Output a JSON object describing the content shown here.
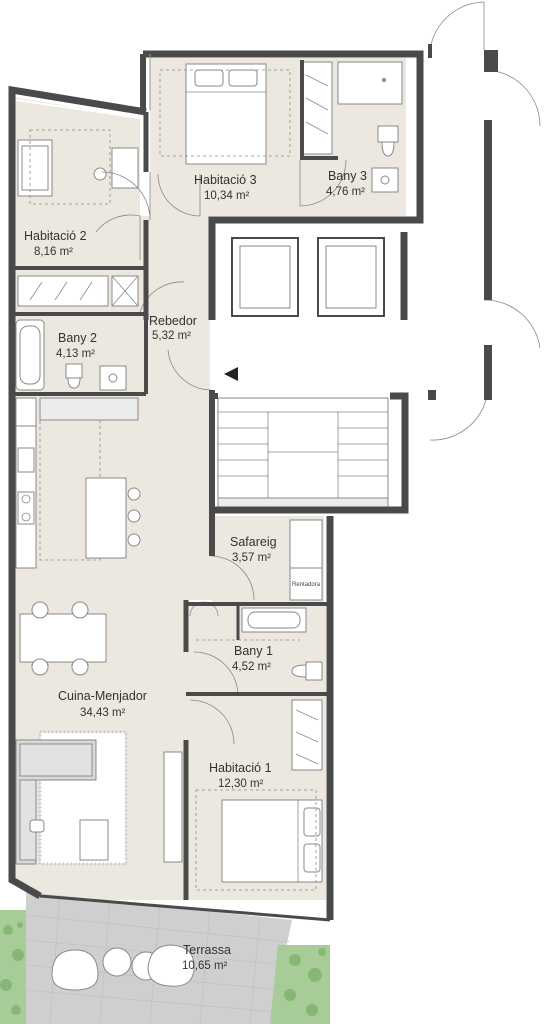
{
  "rooms": [
    {
      "id": "hab2",
      "name": "Habitació 2",
      "area": "8,16 m²"
    },
    {
      "id": "hab3",
      "name": "Habitació 3",
      "area": "10,34 m²"
    },
    {
      "id": "bany3",
      "name": "Bany 3",
      "area": "4,76 m²"
    },
    {
      "id": "rebedor",
      "name": "Rebedor",
      "area": "5,32 m²"
    },
    {
      "id": "bany2",
      "name": "Bany 2",
      "area": "4,13 m²"
    },
    {
      "id": "safareig",
      "name": "Safareig",
      "area": "3,57 m²"
    },
    {
      "id": "bany1",
      "name": "Bany 1",
      "area": "4,52 m²"
    },
    {
      "id": "cuina",
      "name": "Cuina-Menjador",
      "area": "34,43 m²"
    },
    {
      "id": "hab1",
      "name": "Habitació 1",
      "area": "12,30 m²"
    },
    {
      "id": "terrassa",
      "name": "Terrassa",
      "area": "10,65 m²"
    }
  ],
  "appliance_label": "Rentadora",
  "colors": {
    "floor": "#ece7df",
    "wall": "#4a4a4a",
    "terrace": "#cfcfcf",
    "greenery": "#a8cc98",
    "furniture_stroke": "#8a8a8a"
  },
  "icons": [
    "entrance-arrow-icon"
  ]
}
